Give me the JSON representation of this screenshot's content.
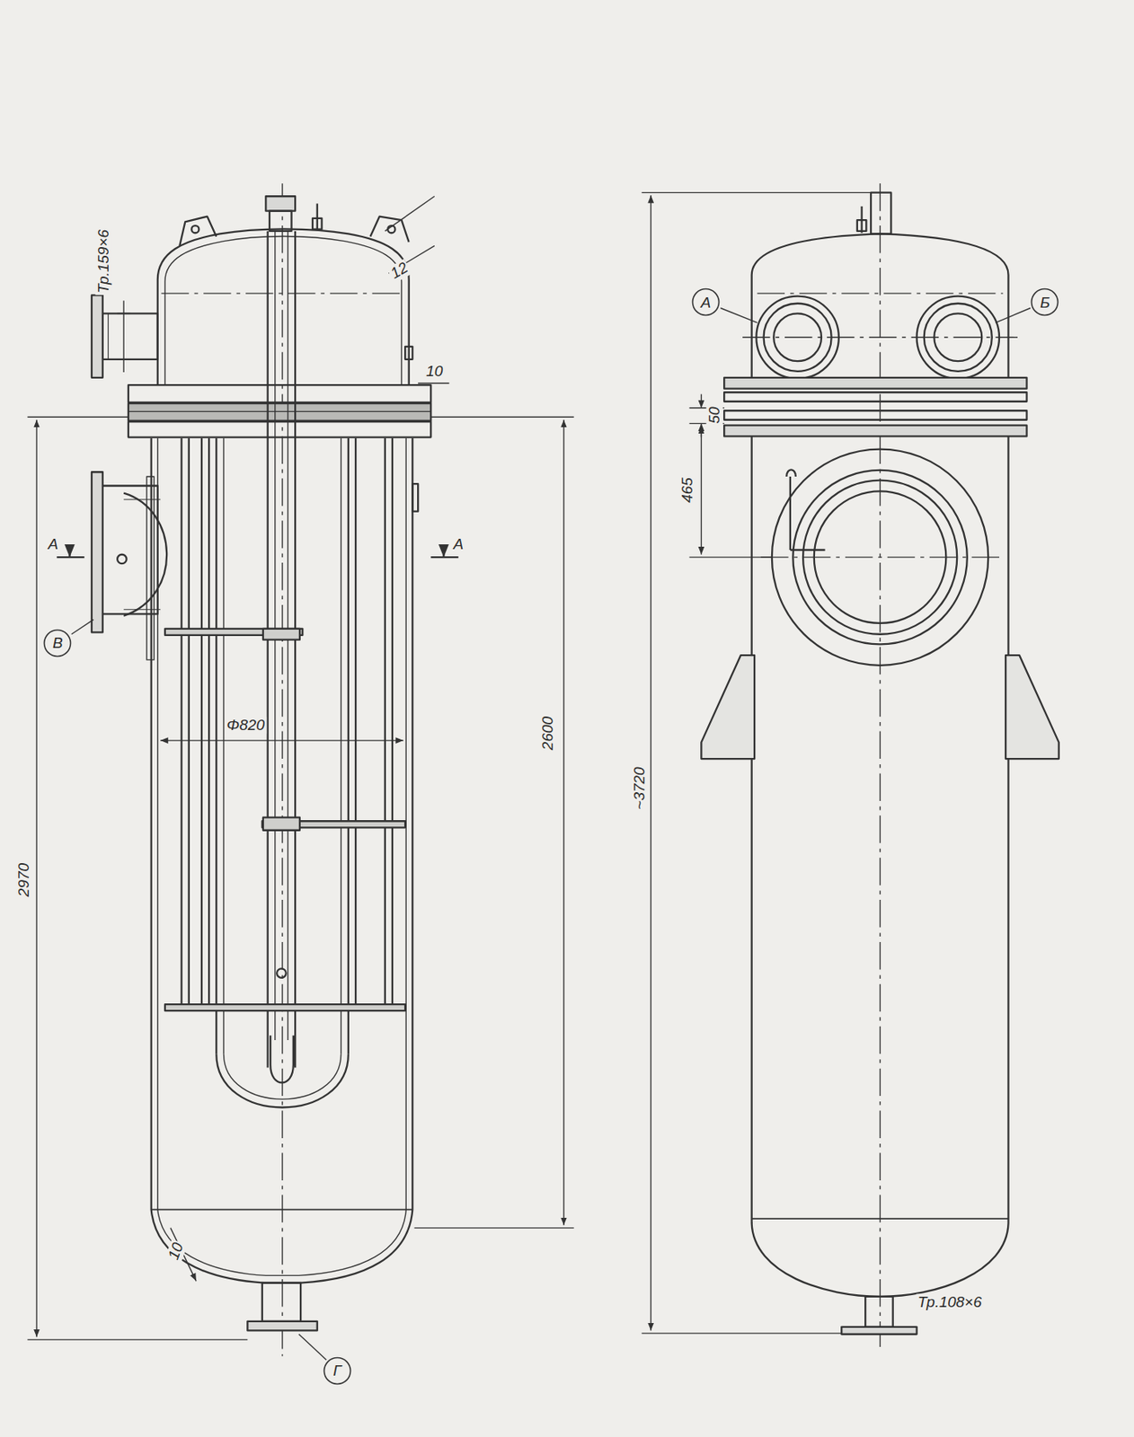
{
  "diagram": {
    "nodes": [
      {
        "text": [
          "В"
        ]
      },
      {
        "text": [
          "Г"
        ]
      },
      {
        "text": [
          "А"
        ]
      },
      {
        "text": [
          "Б"
        ]
      }
    ],
    "labels": [
      "Тр.159×6",
      "12",
      "10",
      "А",
      "А",
      "Φ820",
      "2600",
      "2970",
      "10",
      "50",
      "465",
      "~3720",
      "Тр.108×6"
    ]
  }
}
